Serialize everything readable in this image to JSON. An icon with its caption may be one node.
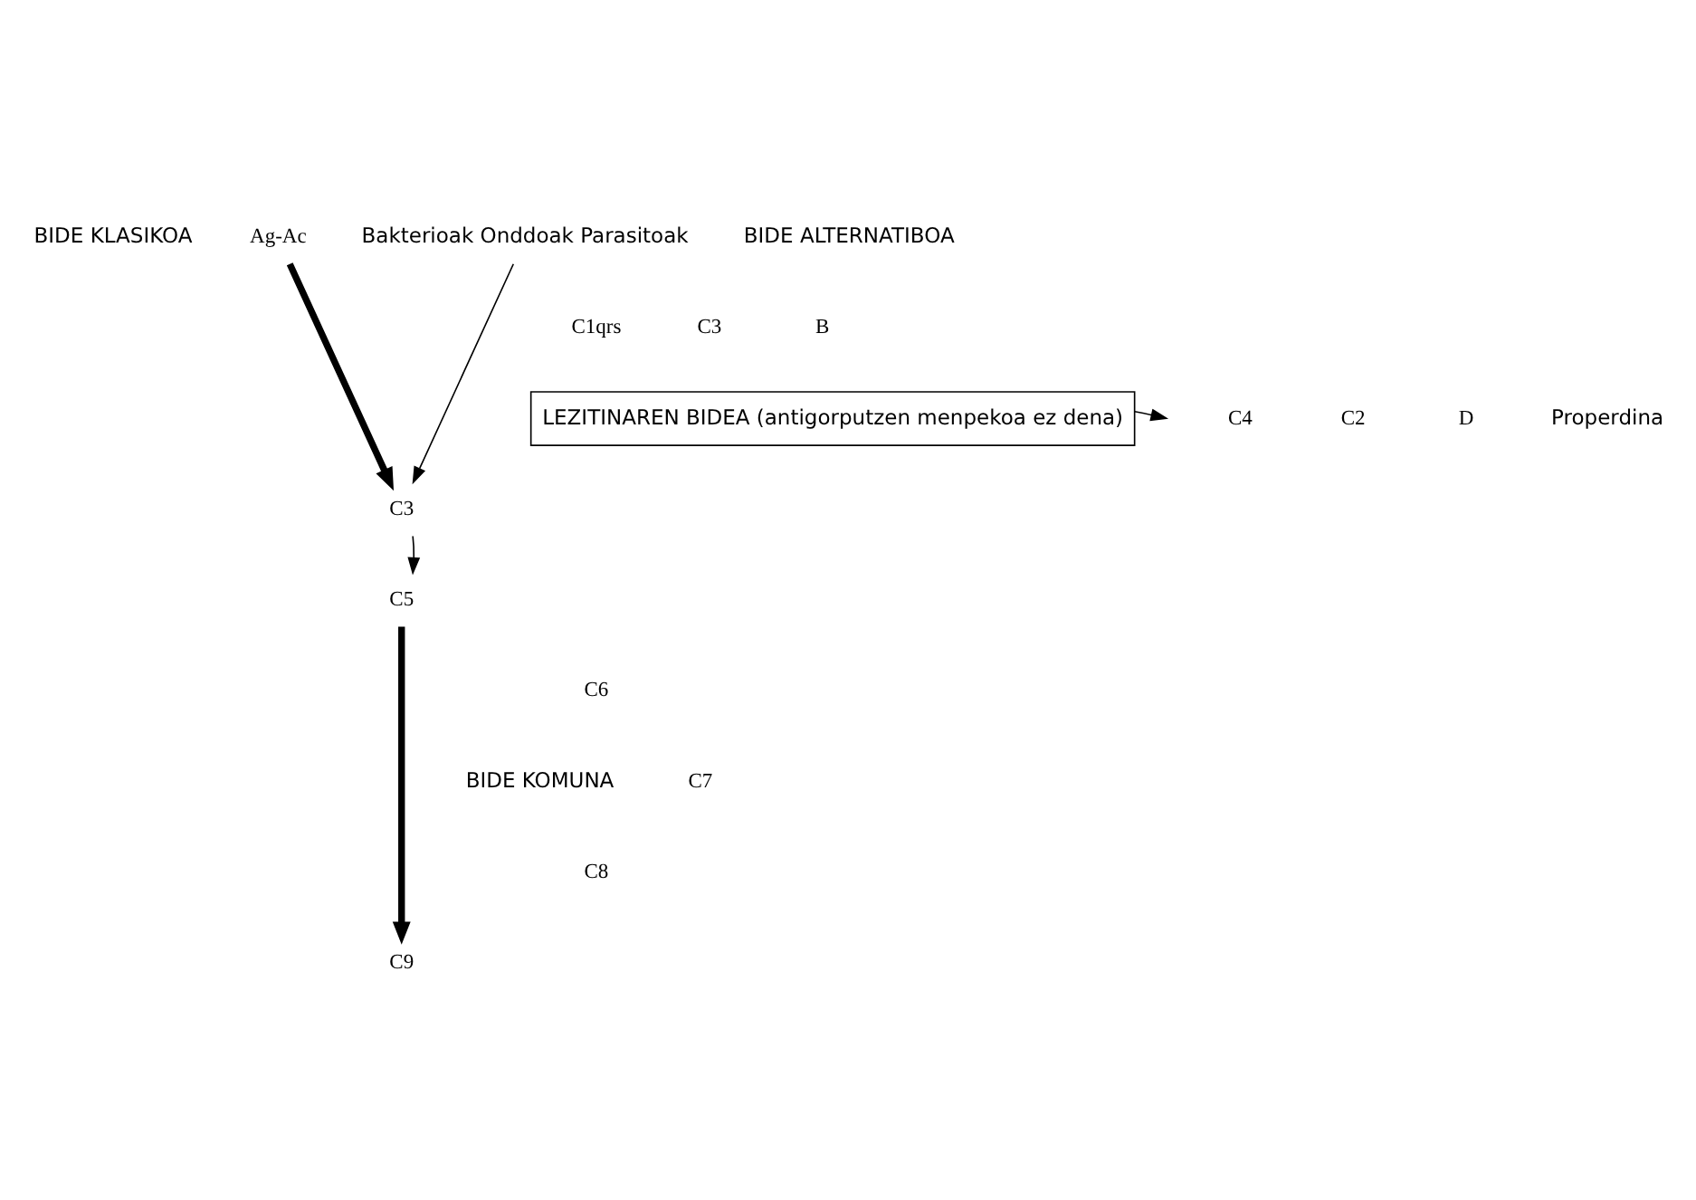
{
  "diagram": {
    "nodes": [
      {
        "text": [
          "Ag-Ac"
        ]
      },
      {
        "text": [
          "Bakterioak Onddoak Parasitoak"
        ]
      },
      {
        "text": [
          "LEZITINAREN BIDEA (antigorputzen menpekoa ez dena)"
        ]
      },
      {
        "text": [
          "C3"
        ]
      },
      {
        "text": [
          "C5"
        ]
      },
      {
        "text": [
          "C9"
        ]
      }
    ],
    "edges": [
      {
        "from": 0,
        "to": 3,
        "arrow": "to",
        "style": "thick"
      },
      {
        "from": 1,
        "to": 3,
        "arrow": "to"
      },
      {
        "from": 2,
        "to": null,
        "arrow": "to"
      },
      {
        "from": 3,
        "to": 4,
        "arrow": "to"
      },
      {
        "from": 4,
        "to": 5,
        "arrow": "to",
        "style": "thick"
      }
    ],
    "labels": [
      "BIDE KLASIKOA",
      "C1qrs",
      "C4",
      "C2",
      "C3",
      "B",
      "D",
      "Properdina",
      "BIDE ALTERNATIBOA",
      "BIDE KOMUNA",
      "C6",
      "C7",
      "C8"
    ]
  }
}
